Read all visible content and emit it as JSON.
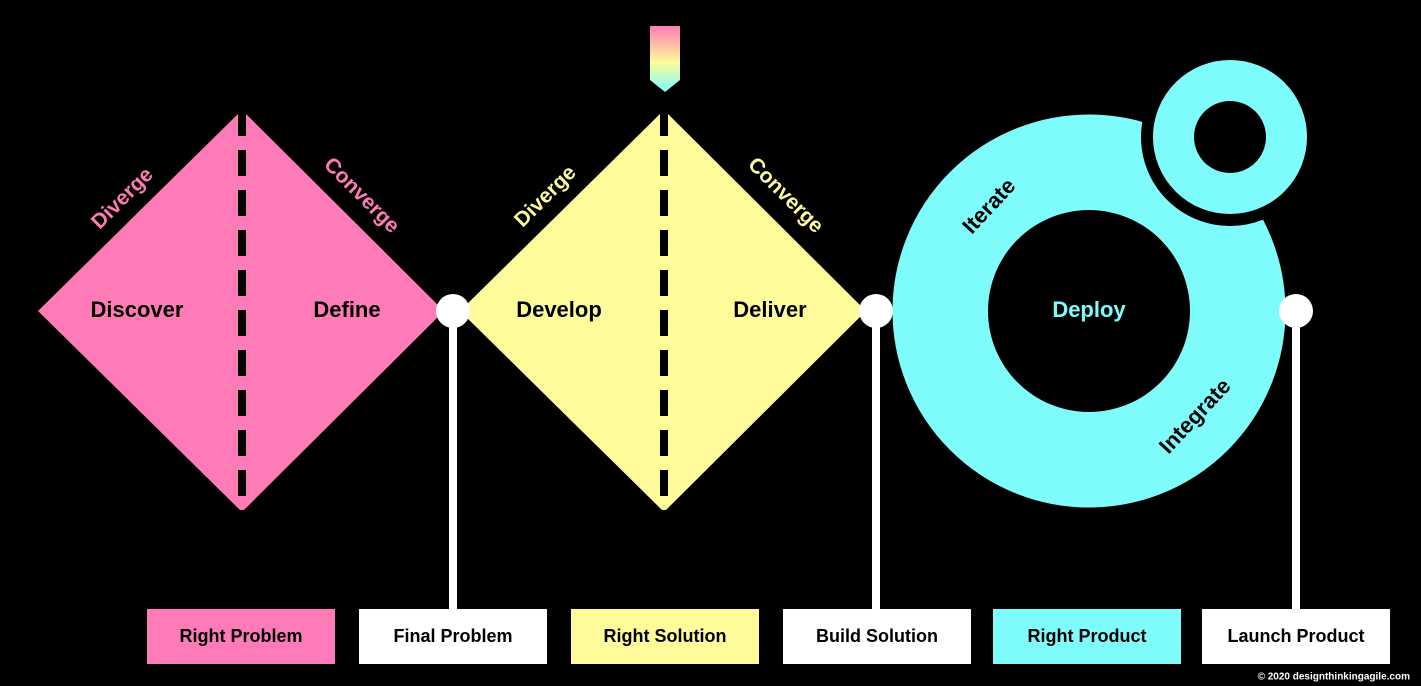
{
  "colors": {
    "background": "#000000",
    "pink": "#FF7BB7",
    "yellow": "#FDFB9A",
    "cyan": "#7EFCFC",
    "white": "#FFFFFF",
    "dark_text": "#000000"
  },
  "diamond_1": {
    "diverge_label": "Diverge",
    "converge_label": "Converge",
    "left_label": "Discover",
    "right_label": "Define"
  },
  "diamond_2": {
    "diverge_label": "Diverge",
    "converge_label": "Converge",
    "left_label": "Develop",
    "right_label": "Deliver"
  },
  "loop": {
    "center_label": "Deploy",
    "iterate_label": "Iterate",
    "integrate_label": "Integrate"
  },
  "stages": [
    {
      "label": "Right Problem"
    },
    {
      "label": "Final Problem"
    },
    {
      "label": "Right Solution"
    },
    {
      "label": "Build Solution"
    },
    {
      "label": "Right Product"
    },
    {
      "label": "Launch Product"
    }
  ],
  "copyright": "© 2020 designthinkingagile.com"
}
